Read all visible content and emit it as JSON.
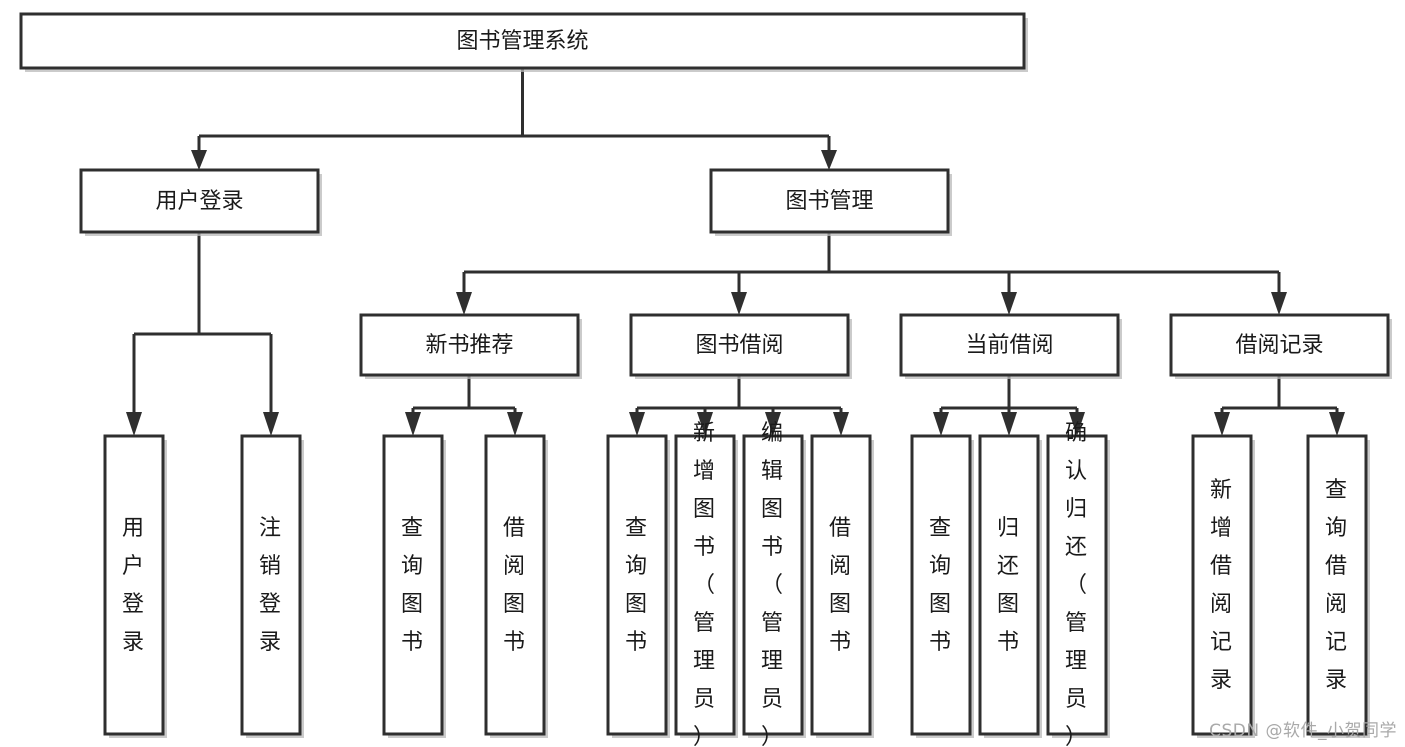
{
  "diagram": {
    "type": "tree-hierarchy-chart",
    "title": "图书管理系统",
    "colors": {
      "background": "#ffffff",
      "box_fill": "#ffffff",
      "box_stroke": "#2f2f2f",
      "connector": "#2f2f2f",
      "text": "#1a1a1a",
      "watermark": "#a9a9a9"
    },
    "root": {
      "label": "图书管理系统"
    },
    "level1": [
      {
        "label": "用户登录"
      },
      {
        "label": "图书管理"
      }
    ],
    "level2": [
      {
        "label": "新书推荐"
      },
      {
        "label": "图书借阅"
      },
      {
        "label": "当前借阅"
      },
      {
        "label": "借阅记录"
      }
    ],
    "leaves": {
      "user_login": [
        {
          "label": "用户登录"
        },
        {
          "label": "注销登录"
        }
      ],
      "new_book_recommend": [
        {
          "label": "查询图书"
        },
        {
          "label": "借阅图书"
        }
      ],
      "book_borrow": [
        {
          "label": "查询图书"
        },
        {
          "label": "新增图书（管理员）"
        },
        {
          "label": "编辑图书（管理员）"
        },
        {
          "label": "借阅图书"
        }
      ],
      "current_borrow": [
        {
          "label": "查询图书"
        },
        {
          "label": "归还图书"
        },
        {
          "label": "确认归还（管理员）"
        }
      ],
      "borrow_record": [
        {
          "label": "新增借阅记录"
        },
        {
          "label": "查询借阅记录"
        }
      ]
    }
  },
  "watermark": {
    "text": "CSDN @软件_小贺同学"
  }
}
